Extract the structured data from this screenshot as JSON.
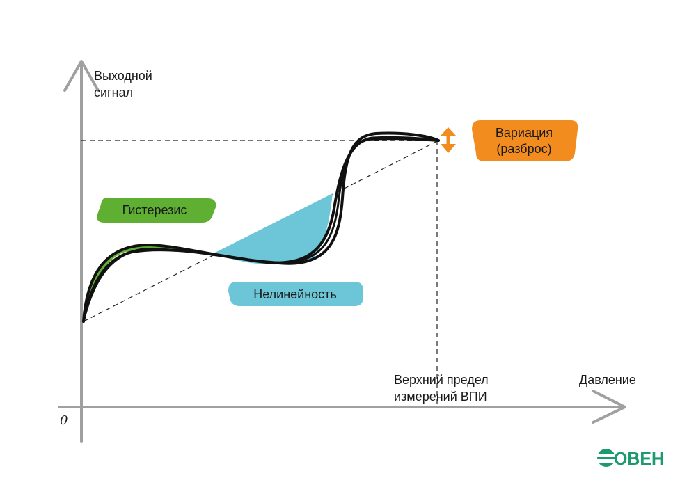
{
  "axes": {
    "y_label_line1": "Выходной",
    "y_label_line2": "сигнал",
    "x_label": "Давление",
    "origin": "0",
    "upper_limit_line1": "Верхний предел",
    "upper_limit_line2": "измерений ВПИ"
  },
  "tags": {
    "hysteresis": "Гистерезис",
    "nonlinearity": "Нелинейность",
    "variation_line1": "Вариация",
    "variation_line2": "(разброс)"
  },
  "logo": {
    "text": "ОВЕН"
  },
  "colors": {
    "axis": "#a0a0a0",
    "curve": "#111111",
    "hysteresis": "#5faf32",
    "nonlinearity": "#6cc6d8",
    "variation": "#f28c1e",
    "logo": "#1b9a6e"
  }
}
